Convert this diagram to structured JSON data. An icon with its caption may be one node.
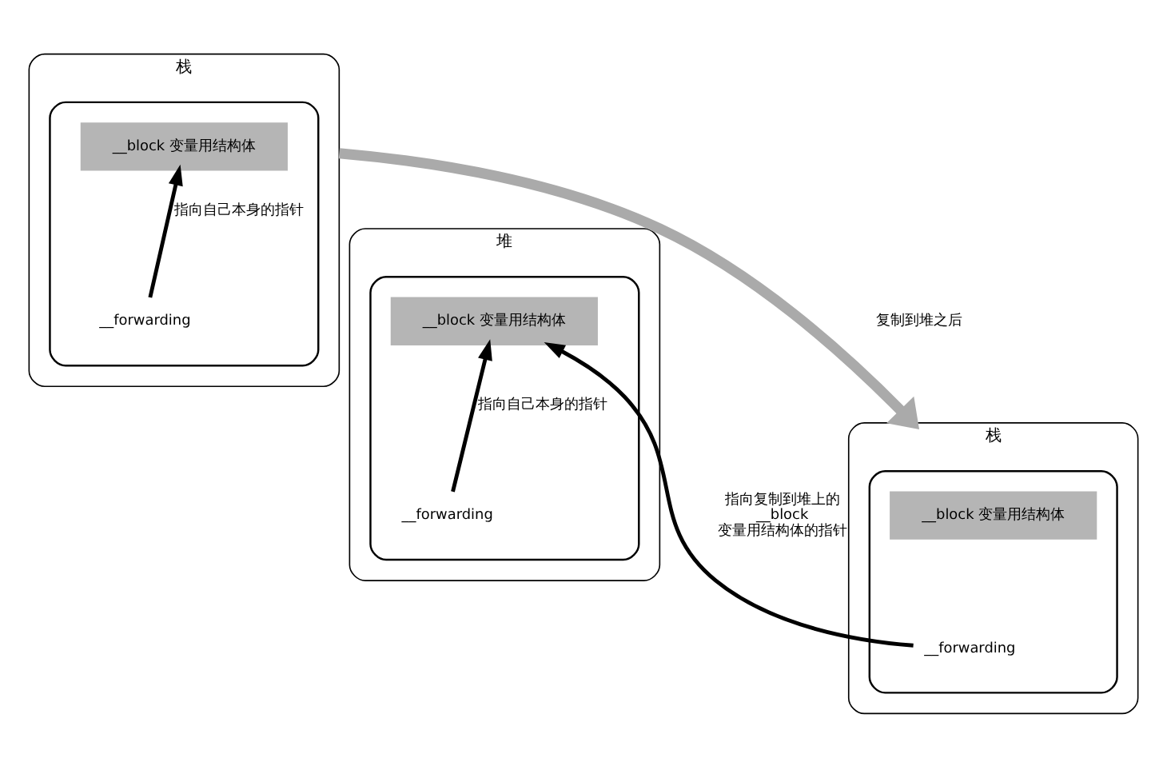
{
  "diagram": {
    "nodes": [
      {
        "text": [
          "栈"
        ]
      },
      {
        "text": [],
        "shape": "box",
        "in": 0
      },
      {
        "text": [
          "__block 变量用结构体"
        ],
        "in": 1
      },
      {
        "text": [
          "__forwarding"
        ],
        "in": 1
      },
      {
        "text": [
          "栈"
        ]
      },
      {
        "text": [],
        "shape": "box",
        "in": 4
      },
      {
        "text": [
          "__block 变量用结构体"
        ],
        "in": 5
      },
      {
        "text": [
          "__forwarding"
        ],
        "in": 5
      },
      {
        "text": [
          "堆"
        ]
      },
      {
        "text": [],
        "shape": "box",
        "in": 8
      },
      {
        "text": [
          "__block 变量用结构体"
        ],
        "in": 9
      },
      {
        "text": [
          "__forwarding"
        ],
        "in": 9
      }
    ],
    "edges": [
      {
        "from": 3,
        "to": 2,
        "arrow": "to",
        "label": "指向自己本身的指针"
      },
      {
        "from": 0,
        "to": 4,
        "arrow": "to",
        "label": "复制到堆之后",
        "style": "thick",
        "color": "#aaaaaa"
      },
      {
        "from": 7,
        "to": 10,
        "arrow": "to",
        "label": "指向复制到堆上的 __block 变量用结构体的指针"
      },
      {
        "from": 11,
        "to": 10,
        "arrow": "to",
        "label": "指向自己本身的指针"
      }
    ]
  }
}
